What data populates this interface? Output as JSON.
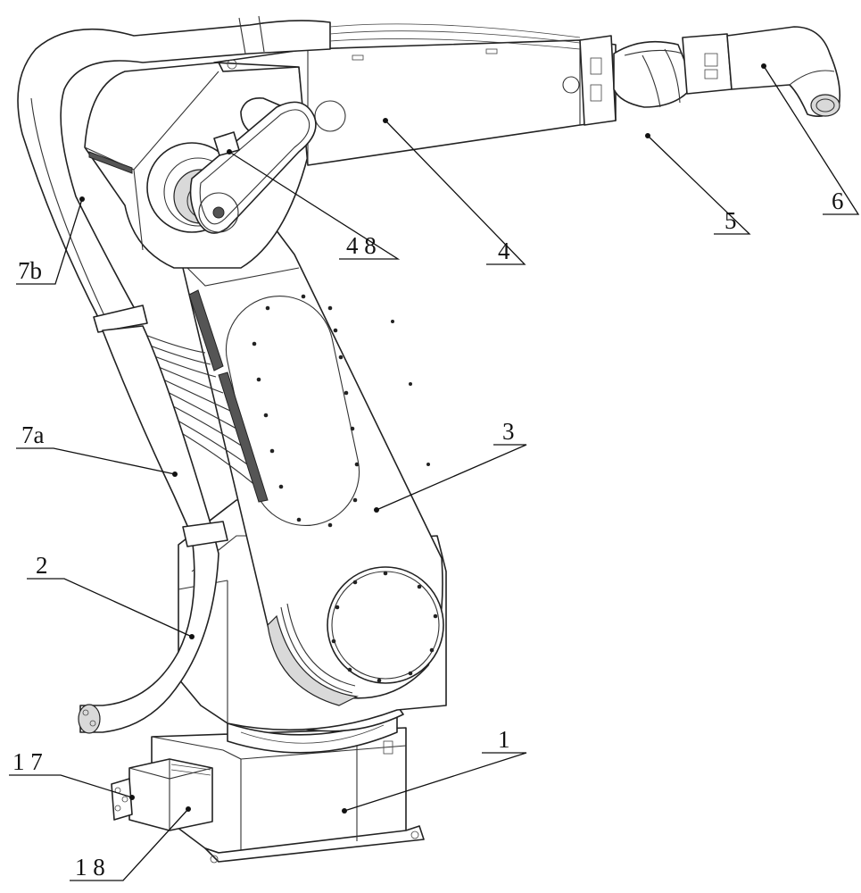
{
  "labels": {
    "p1": "1",
    "p2": "2",
    "p3": "3",
    "p4": "4",
    "p5": "5",
    "p6": "6",
    "p7a": "7a",
    "p7b": "7b",
    "p17": "1 7",
    "p18": "1 8",
    "p48": "4 8"
  }
}
